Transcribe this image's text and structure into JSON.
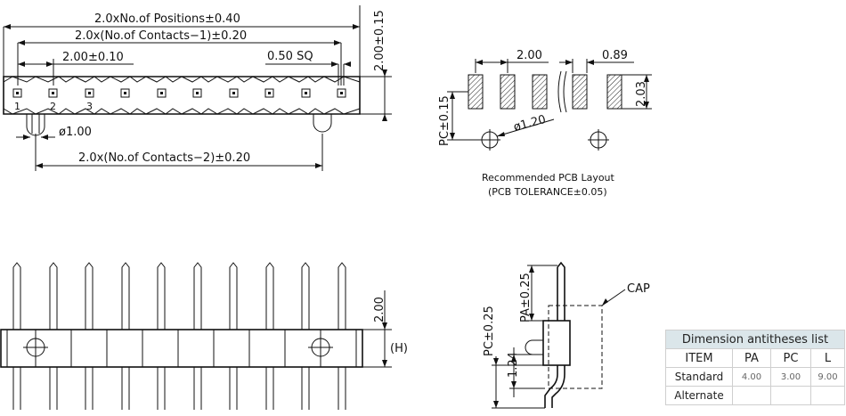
{
  "top_view": {
    "dim_positions": "2.0xNo.of  Positions±0.40",
    "dim_contacts_minus1": "2.0x(No.of  Contacts−1)±0.20",
    "dim_pitch": "2.00±0.10",
    "dim_square": "0.50  SQ",
    "dim_height": "2.00±0.15",
    "dim_peg_dia": "ø1.00",
    "dim_contacts_minus2": "2.0x(No.of  Contacts−2)±0.20",
    "pin_numbers": [
      "1",
      "2",
      "3"
    ]
  },
  "pcb_layout": {
    "dim_pitch": "2.00",
    "dim_pad_width": "0.89",
    "dim_pad_height": "2.03",
    "dim_pc": "PC±0.15",
    "dim_hole": "ø1.20",
    "caption": "Recommended PCB Layout",
    "tolerance": "(PCB TOLERANCE±0.05)"
  },
  "front_view": {
    "dim_height": "2.00",
    "label_h": "(H)"
  },
  "side_view": {
    "label_cap": "CAP",
    "dim_pa": "PA±0.25",
    "dim_pc": "PC±0.25",
    "dim_offset": "1.24"
  },
  "table": {
    "title": "Dimension antitheses list",
    "headers": [
      "ITEM",
      "PA",
      "PC",
      "L"
    ],
    "rows": [
      {
        "item": "Standard",
        "pa": "4.00",
        "pc": "3.00",
        "l": "9.00"
      },
      {
        "item": "Alternate",
        "pa": "",
        "pc": "",
        "l": ""
      }
    ]
  }
}
